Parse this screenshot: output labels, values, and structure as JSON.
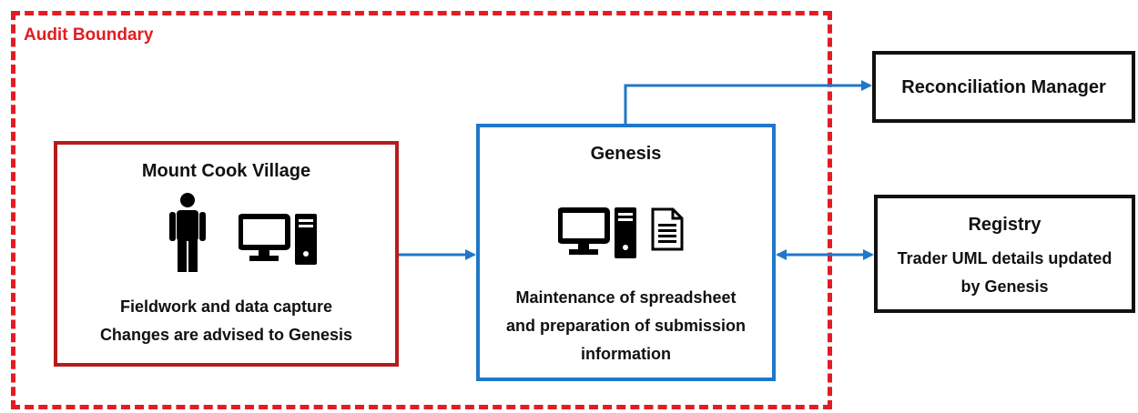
{
  "audit_boundary": {
    "label": "Audit Boundary",
    "color": "#e31c23"
  },
  "mount_cook": {
    "title": "Mount Cook Village",
    "line1": "Fieldwork and data capture",
    "line2": "Changes are advised to Genesis",
    "border_color": "#b71c1c",
    "icons": [
      "person-icon",
      "computer-icon"
    ]
  },
  "genesis": {
    "title": "Genesis",
    "line1": "Maintenance of spreadsheet",
    "line2": "and preparation of submission",
    "line3": "information",
    "border_color": "#1f78c8",
    "icons": [
      "computer-icon",
      "document-icon"
    ]
  },
  "reconciliation": {
    "title": "Reconciliation Manager"
  },
  "registry": {
    "title": "Registry",
    "line1": "Trader UML details updated",
    "line2": "by Genesis"
  },
  "arrow_color": "#1f78c8"
}
